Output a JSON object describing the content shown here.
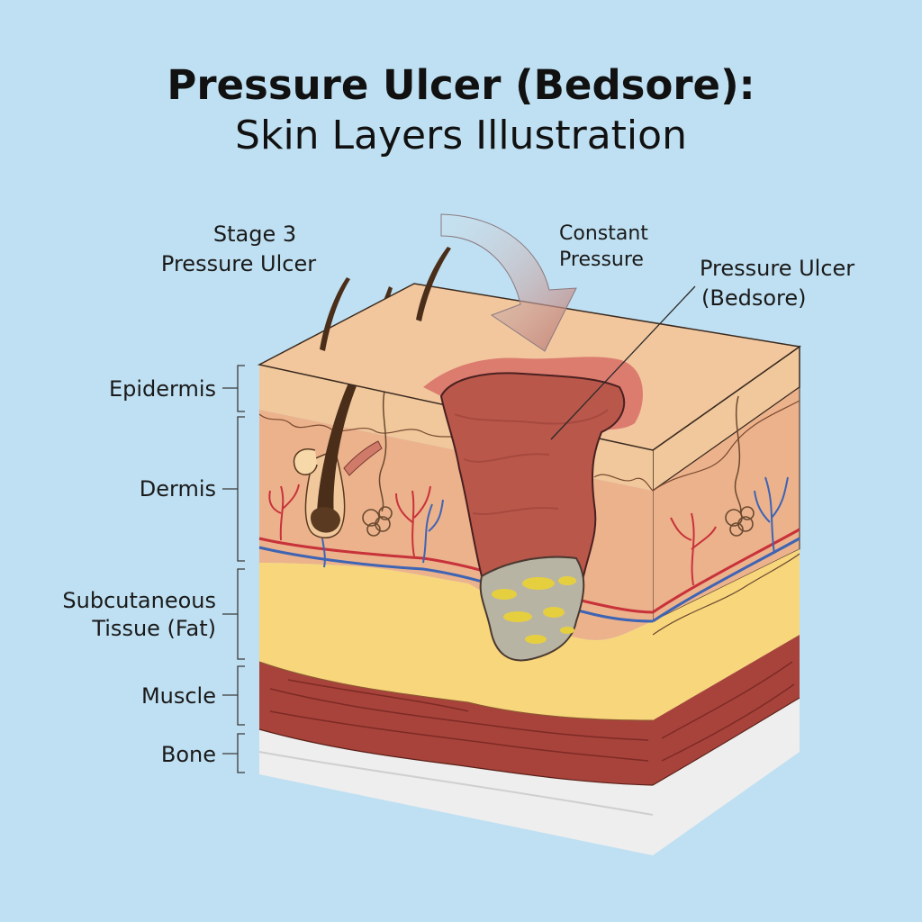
{
  "title": {
    "line1": "Pressure Ulcer (Bedsore):",
    "line2": "Skin Layers Illustration"
  },
  "callouts": {
    "stage": [
      "Stage 3",
      "Pressure Ulcer"
    ],
    "pressure": [
      "Constant",
      "Pressure"
    ],
    "ulcer": [
      "Pressure Ulcer",
      "(Bedsore)"
    ]
  },
  "layers": {
    "epidermis": [
      "Epidermis"
    ],
    "dermis": [
      "Dermis"
    ],
    "subcutaneous": [
      "Subcutaneous",
      "Tissue (Fat)"
    ],
    "muscle": [
      "Muscle"
    ],
    "bone": [
      "Bone"
    ]
  },
  "colors": {
    "background": "#bfe0f2",
    "epidermis": "#f0c89c",
    "dermis": "#ecb28c",
    "fat": "#f8d67c",
    "muscle": "#a8433b",
    "bone": "#eeeeee",
    "wound": "#b9574a",
    "artery": "#c8323a",
    "vein": "#3e64b4"
  }
}
